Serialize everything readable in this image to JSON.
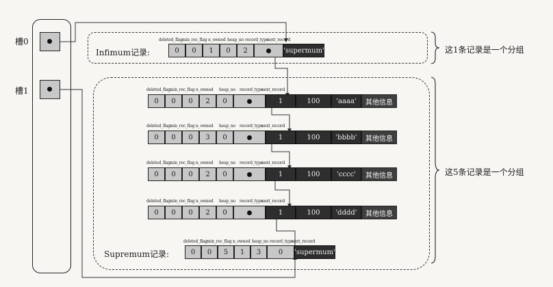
{
  "slots": [
    {
      "label": "槽0"
    },
    {
      "label": "槽1"
    }
  ],
  "header_fields": [
    "deleted_flag",
    "min_rec_flag",
    "n_owned",
    "heap_no",
    "record_type",
    "next_record"
  ],
  "infimum": {
    "label": "Infimum记录:",
    "values": [
      "0",
      "0",
      "1",
      "0",
      "2"
    ],
    "data": "'supermum'"
  },
  "supremum": {
    "label": "Supremum记录:",
    "values": [
      "0",
      "0",
      "5",
      "1",
      "3",
      "0"
    ],
    "data": "'supermum'"
  },
  "records": [
    {
      "values": [
        "0",
        "0",
        "0",
        "2",
        "0"
      ],
      "col1": "1",
      "col2": "100",
      "col3": "'aaaa'",
      "info": "其他信息"
    },
    {
      "values": [
        "0",
        "0",
        "0",
        "3",
        "0"
      ],
      "col1": "1",
      "col2": "100",
      "col3": "'bbbb'",
      "info": "其他信息"
    },
    {
      "values": [
        "0",
        "0",
        "0",
        "2",
        "0"
      ],
      "col1": "1",
      "col2": "100",
      "col3": "'cccc'",
      "info": "其他信息"
    },
    {
      "values": [
        "0",
        "0",
        "0",
        "2",
        "0"
      ],
      "col1": "1",
      "col2": "100",
      "col3": "'dddd'",
      "info": "其他信息"
    }
  ],
  "annotations": {
    "group1": "这1条记录是一个分组",
    "group2": "这5条记录是一个分组"
  }
}
